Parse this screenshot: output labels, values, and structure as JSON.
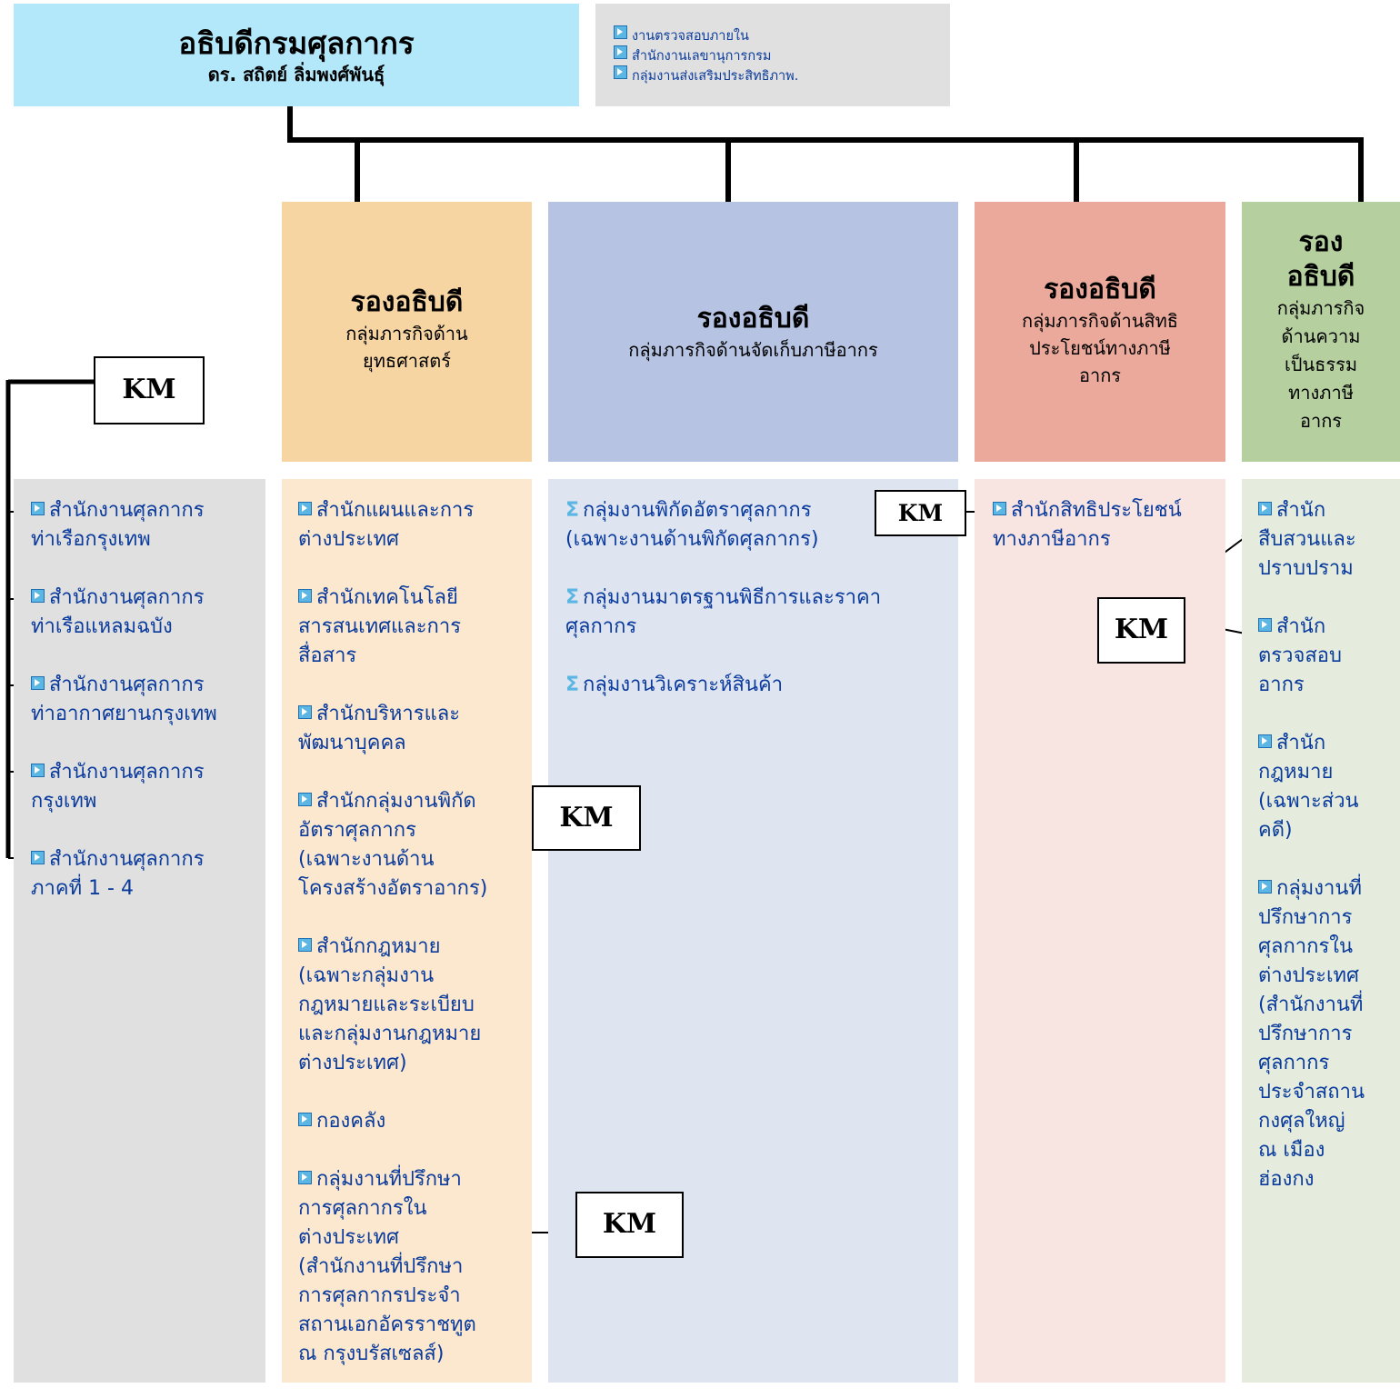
{
  "director": {
    "title": "อธิบดีกรมศุลกากร",
    "name": "ดร. สถิตย์ ลิ่มพงศ์พันธุ์"
  },
  "staff_units": [
    "งานตรวจสอบภายใน",
    "สำนักงานเลขานุการกรม",
    "กลุ่มงานส่งเสริมประสิทธิภาพ."
  ],
  "regional": {
    "km_label": "KM",
    "items": [
      [
        "สำนักงานศุลกากร",
        "ท่าเรือกรุงเทพ"
      ],
      [
        "สำนักงานศุลกากร",
        "ท่าเรือแหลมฉบัง"
      ],
      [
        "สำนักงานศุลกากร",
        "ท่าอากาศยานกรุงเทพ"
      ],
      [
        "สำนักงานศุลกากร",
        "กรุงเทพ"
      ],
      [
        "สำนักงานศุลกากร",
        "ภาคที่ 1 - 4"
      ]
    ]
  },
  "deputies": [
    {
      "title": "รองอธิบดี",
      "subtitle": [
        "กลุ่มภารกิจด้าน",
        "ยุทธศาสตร์"
      ],
      "color": "#f7d5a3",
      "items": [
        [
          "สำนักแผนและการ",
          "ต่างประเทศ"
        ],
        [
          "สำนักเทคโนโลยี",
          "สารสนเทศและการ",
          "สื่อสาร"
        ],
        [
          "สำนักบริหารและ",
          "พัฒนาบุคคล"
        ],
        [
          "สำนักกลุ่มงานพิกัด",
          "อัตราศุลกากร",
          "(เฉพาะงานด้าน",
          "โครงสร้างอัตราอากร)"
        ],
        [
          "สำนักกฎหมาย",
          "(เฉพาะกลุ่มงาน",
          "กฎหมายและระเบียบ",
          "และกลุ่มงานกฎหมาย",
          "ต่างประเทศ)"
        ],
        [
          "กองคลัง"
        ],
        [
          "กลุ่มงานที่ปรึกษา",
          "การศุลกากรใน",
          "ต่างประเทศ",
          "(สำนักงานที่ปรึกษา",
          "การศุลกากรประจำ",
          "สถานเอกอัครราชทูต",
          "ณ กรุงบรัสเซลส์)"
        ]
      ],
      "km_labels": [
        "KM",
        "KM"
      ]
    },
    {
      "title": "รองอธิบดี",
      "subtitle": [
        "กลุ่มภารกิจด้านจัดเก็บภาษีอากร"
      ],
      "color": "#b6c3e2",
      "items": [
        [
          "กลุ่มงานพิกัดอัตราศุลกากร",
          "(เฉพาะงานด้านพิกัดศุลกากร)"
        ],
        [
          "กลุ่มงานมาตรฐานพิธีการและราคา",
          "ศุลกากร"
        ],
        [
          "กลุ่มงานวิเคราะห์สินค้า"
        ]
      ],
      "km_labels": [
        "KM"
      ]
    },
    {
      "title": "รองอธิบดี",
      "subtitle": [
        "กลุ่มภารกิจด้านสิทธิ",
        "ประโยชน์ทางภาษี",
        "อากร"
      ],
      "color": "#eaa99a",
      "items": [
        [
          "สำนักสิทธิประโยชน์",
          "ทางภาษีอากร"
        ]
      ]
    },
    {
      "title": [
        "รอง",
        "อธิบดี"
      ],
      "subtitle": [
        "กลุ่มภารกิจ",
        "ด้านความ",
        "เป็นธรรม",
        "ทางภาษี",
        "อากร"
      ],
      "color": "#b5cf9f",
      "items": [
        [
          "สำนัก",
          "สืบสวนและ",
          "ปราบปราม"
        ],
        [
          "สำนัก",
          "ตรวจสอบ",
          "อากร"
        ],
        [
          "สำนัก",
          "กฎหมาย",
          "(เฉพาะส่วน",
          "คดี)"
        ],
        [
          "กลุ่มงานที่",
          "ปรึกษาการ",
          "ศุลกากรใน",
          "ต่างประเทศ",
          "(สำนักงานที่",
          "ปรึกษาการ",
          "ศุลกากร",
          "ประจำสถาน",
          "กงศุลใหญ่",
          "ณ เมือง",
          "ฮ่องกง"
        ]
      ],
      "km_labels": [
        "KM"
      ]
    }
  ]
}
